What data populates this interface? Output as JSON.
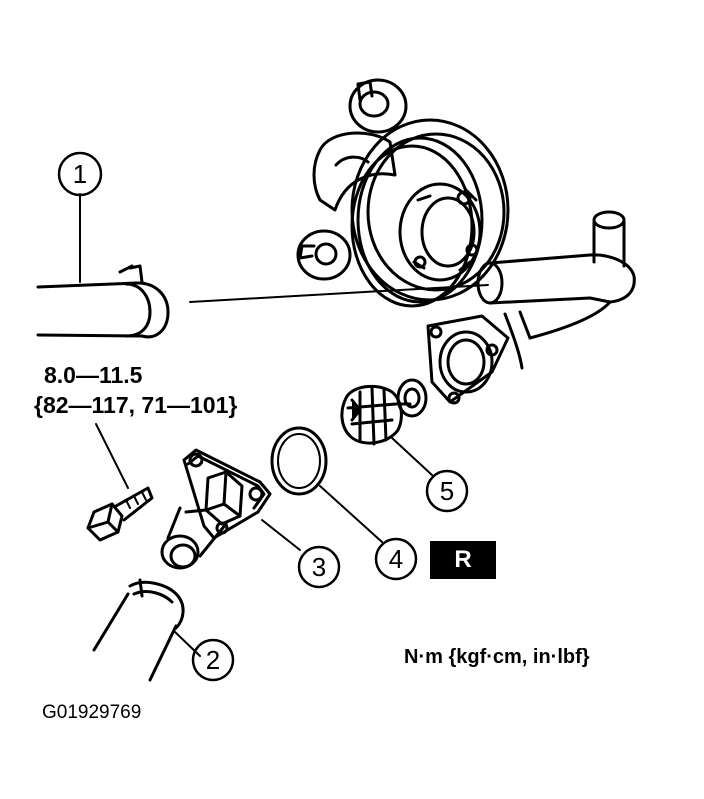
{
  "callouts": {
    "c1": "1",
    "c2": "2",
    "c3": "3",
    "c4": "4",
    "c5": "5"
  },
  "torque": {
    "line1": "8.0—11.5",
    "line2": "{82—117, 71—101}"
  },
  "replace_badge": "R",
  "units": "N·m {kgf·cm, in·lbf}",
  "figure_id": "G01929769"
}
